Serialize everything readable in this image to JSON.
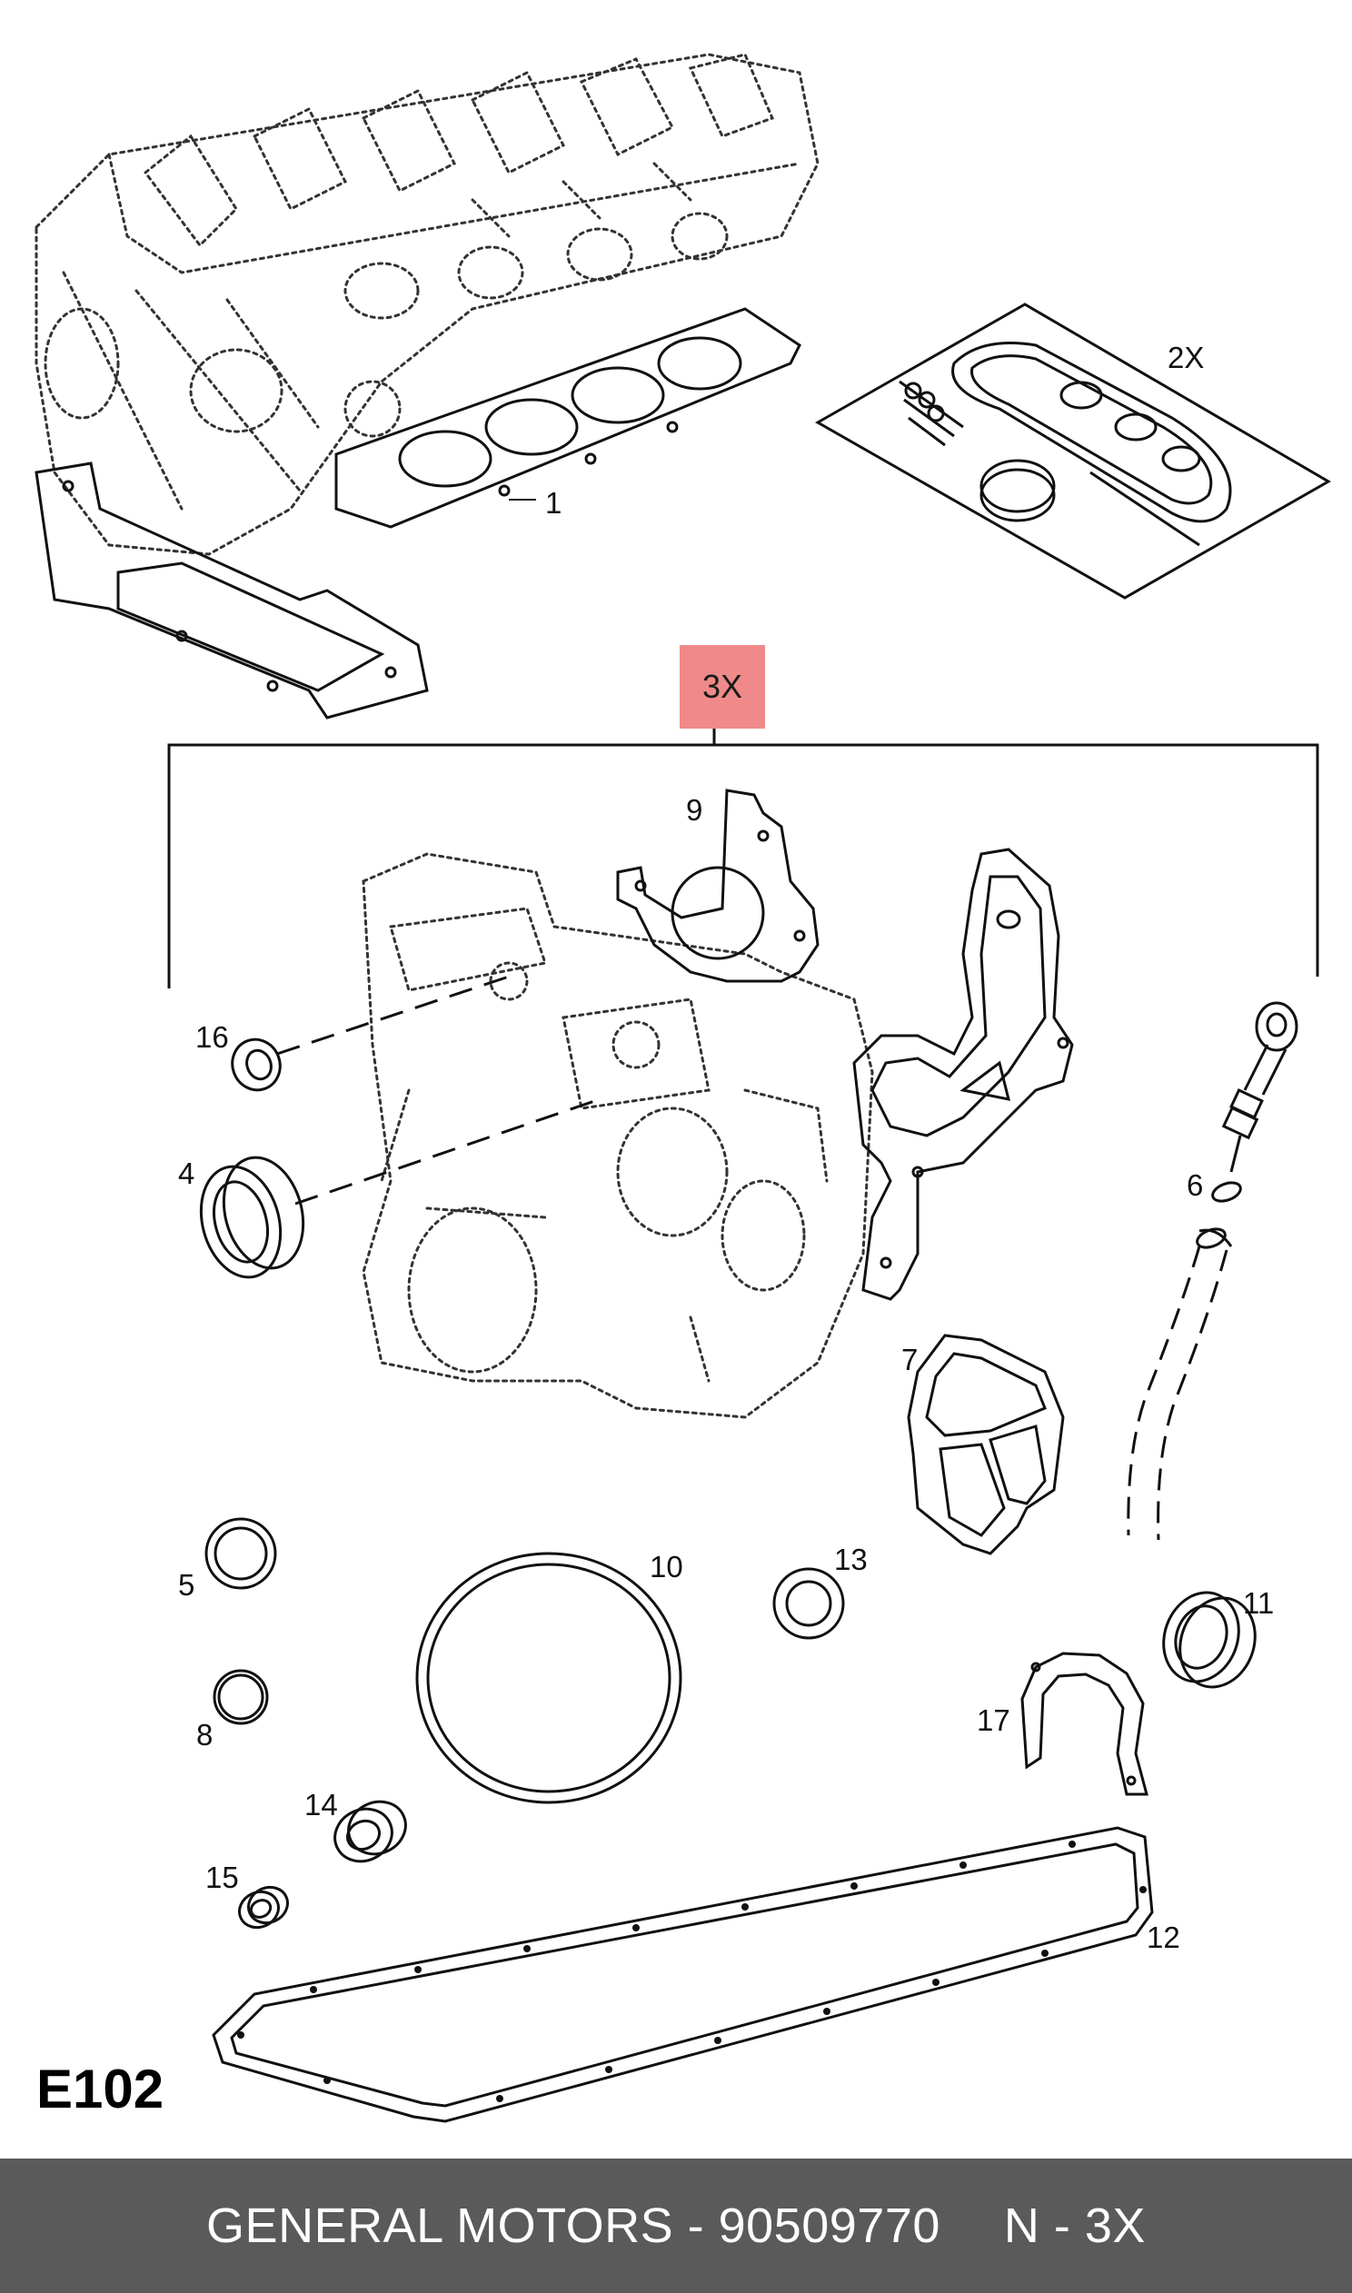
{
  "colors": {
    "highlight": "#f08a8a",
    "footer_background": "#5a5a5a",
    "line": "#111111",
    "dotted_engine": "#333333"
  },
  "kit": {
    "label": "3X"
  },
  "head_set": {
    "label": "2X"
  },
  "callouts": {
    "c1": "1",
    "c4": "4",
    "c5": "5",
    "c6": "6",
    "c7": "7",
    "c8": "8",
    "c9": "9",
    "c10": "10",
    "c11": "11",
    "c12": "12",
    "c13": "13",
    "c14": "14",
    "c15": "15",
    "c16": "16",
    "c17": "17"
  },
  "diagram_code": "E102",
  "footer": {
    "manufacturer_part": "GENERAL MOTORS - 90509770",
    "quantity": "N - 3X"
  }
}
